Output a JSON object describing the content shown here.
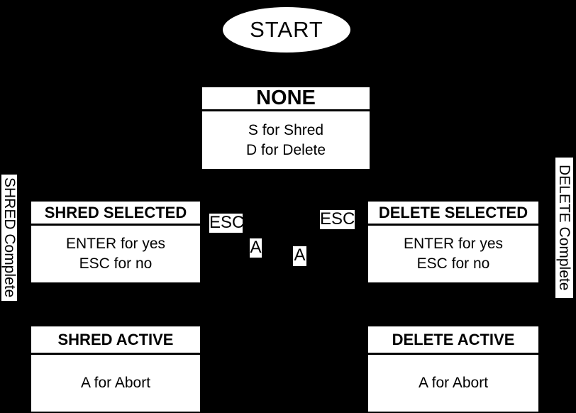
{
  "canvas": {
    "background_color": "#000000",
    "node_fill_color": "#ffffff",
    "node_text_color": "#000000"
  },
  "start": {
    "label": "START"
  },
  "nodes": {
    "none": {
      "title": "NONE",
      "line1": "S for Shred",
      "line2": "D for Delete"
    },
    "shred_selected": {
      "title": "SHRED SELECTED",
      "line1": "ENTER for yes",
      "line2": "ESC for no"
    },
    "delete_selected": {
      "title": "DELETE SELECTED",
      "line1": "ENTER for yes",
      "line2": "ESC for no"
    },
    "shred_active": {
      "title": "SHRED ACTIVE",
      "line1": "A for Abort"
    },
    "delete_active": {
      "title": "DELETE ACTIVE",
      "line1": "A for Abort"
    }
  },
  "edge_labels": {
    "esc_left": "ESC",
    "esc_right": "ESC",
    "abort_left": "A",
    "abort_right": "A"
  },
  "side_labels": {
    "left": "SHRED Complete",
    "right": "DELETE Complete"
  }
}
